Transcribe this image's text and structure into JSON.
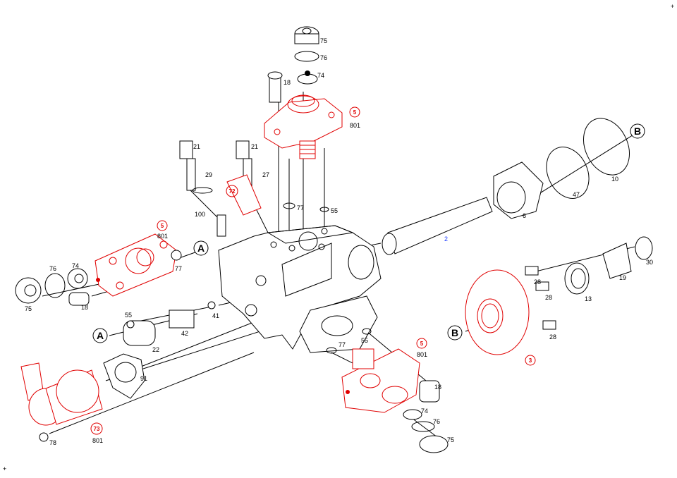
{
  "title": "Exploded view – high pressure pump",
  "colors": {
    "highlight": "#e00000",
    "line": "#000000",
    "shaft_label": "#2040ff"
  },
  "parts": {
    "p75a": "75",
    "p76a": "76",
    "p74a": "74",
    "p18a": "18",
    "p801a": "801",
    "p21a": "21",
    "p29": "29",
    "p21b": "21",
    "p27": "27",
    "p100": "100",
    "p77a": "77",
    "p55a": "55",
    "p801b": "801",
    "p77b": "77",
    "p76b": "76",
    "p74b": "74",
    "p75b": "75",
    "p18b": "18",
    "p55b": "55",
    "p41": "41",
    "p42": "42",
    "p22": "22",
    "p91": "91",
    "p78": "78",
    "p801c": "801",
    "p77c": "77",
    "p55c": "55",
    "p801d": "801",
    "p18c": "18",
    "p74c": "74",
    "p76c": "76",
    "p75c": "75",
    "p2": "2",
    "p6": "6",
    "p47": "47",
    "p10": "10",
    "p28a": "28",
    "p28b": "28",
    "p13": "13",
    "p19": "19",
    "p30": "30",
    "p28c": "28"
  },
  "assemblies": {
    "a5top": "5",
    "a5left": "5",
    "a5bottom": "5",
    "a72": "72",
    "a73": "73",
    "a3": "3"
  },
  "references": {
    "A1": "A",
    "A2": "A",
    "B1": "B",
    "B2": "B"
  },
  "corner_marks": {
    "tr": "+",
    "bl": "+"
  }
}
